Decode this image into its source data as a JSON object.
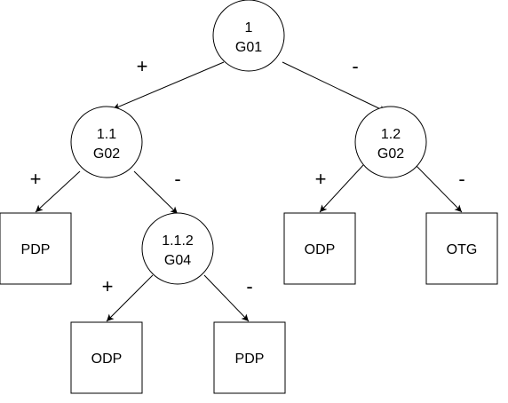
{
  "diagram": {
    "nodes": {
      "root": {
        "id": "1",
        "group": "G01"
      },
      "n11": {
        "id": "1.1",
        "group": "G02"
      },
      "n12": {
        "id": "1.2",
        "group": "G02"
      },
      "n112": {
        "id": "1.1.2",
        "group": "G04"
      }
    },
    "leaves": {
      "l11_plus": "PDP",
      "l112_plus": "ODP",
      "l112_minus": "PDP",
      "l12_plus": "ODP",
      "l12_minus": "OTG"
    },
    "signs": {
      "plus": "+",
      "minus": "-"
    }
  }
}
